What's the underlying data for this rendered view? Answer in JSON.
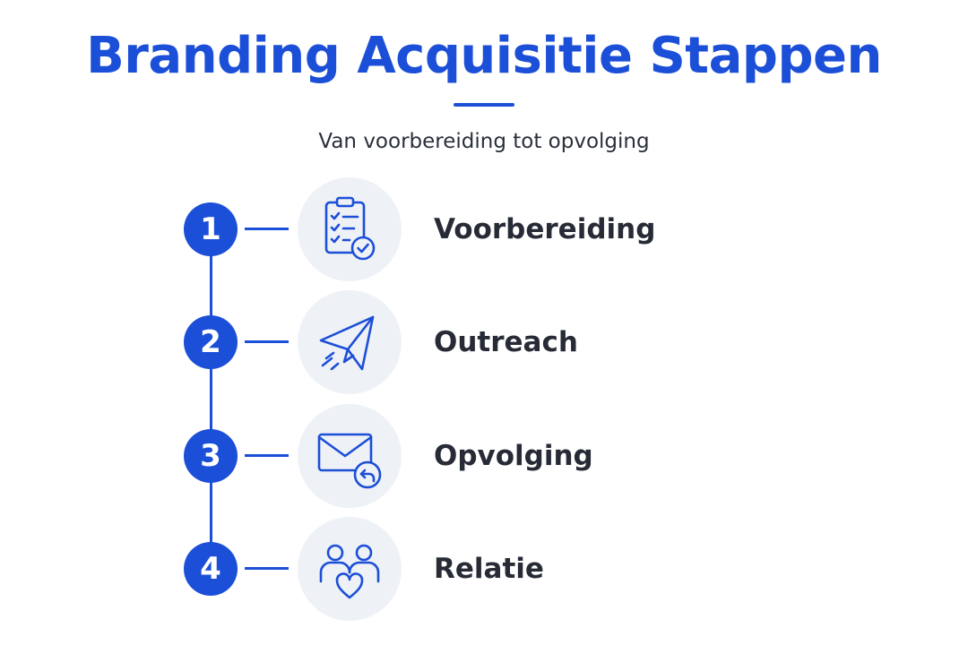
{
  "header": {
    "title": "Branding Acquisitie Stappen",
    "subtitle": "Van voorbereiding tot opvolging"
  },
  "accent_color": "#1c4fd8",
  "steps": [
    {
      "number": "1",
      "label": "Voorbereiding",
      "icon": "clipboard-check-icon"
    },
    {
      "number": "2",
      "label": "Outreach",
      "icon": "paper-plane-icon"
    },
    {
      "number": "3",
      "label": "Opvolging",
      "icon": "envelope-reply-icon"
    },
    {
      "number": "4",
      "label": "Relatie",
      "icon": "people-heart-icon"
    }
  ]
}
